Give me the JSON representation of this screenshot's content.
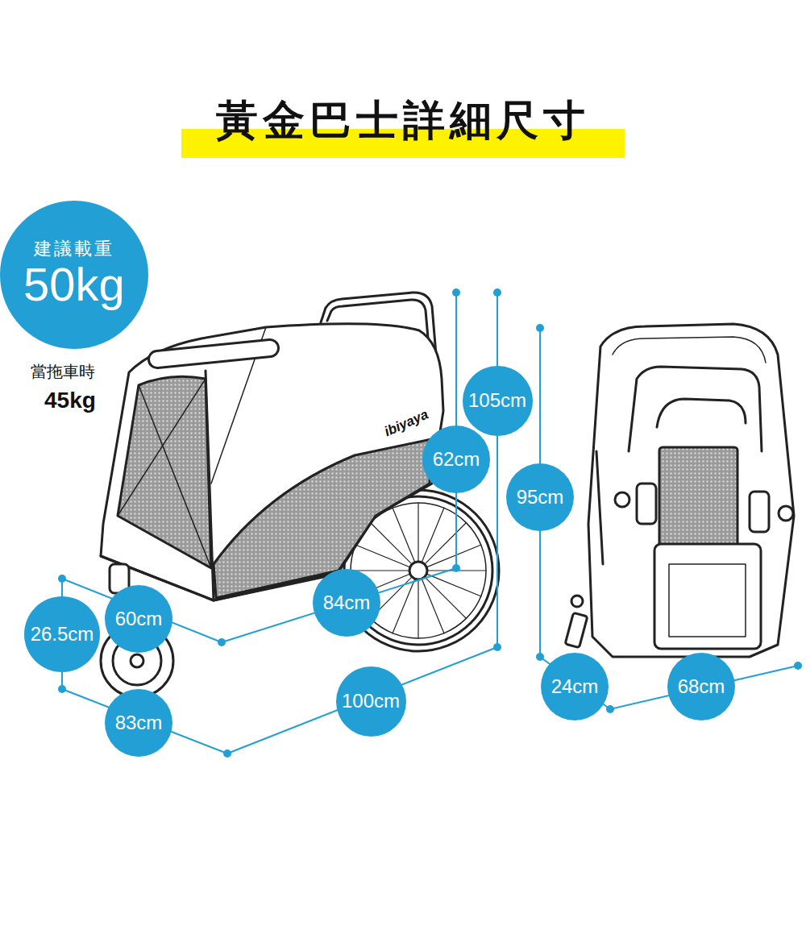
{
  "diagram": {
    "title": "黃金巴士詳細尺寸",
    "nodes": [
      {
        "text": [
          "建議載重",
          "50kg"
        ]
      },
      {
        "text": [
          "105cm"
        ]
      },
      {
        "text": [
          "62cm"
        ]
      },
      {
        "text": [
          "95cm"
        ]
      },
      {
        "text": [
          "84cm"
        ]
      },
      {
        "text": [
          "60cm"
        ]
      },
      {
        "text": [
          "26.5cm"
        ]
      },
      {
        "text": [
          "100cm"
        ]
      },
      {
        "text": [
          "83cm"
        ]
      },
      {
        "text": [
          "24cm"
        ]
      },
      {
        "text": [
          "68cm"
        ]
      }
    ],
    "labels": [
      "當拖車時",
      "45kg",
      "ibiyaya"
    ]
  }
}
